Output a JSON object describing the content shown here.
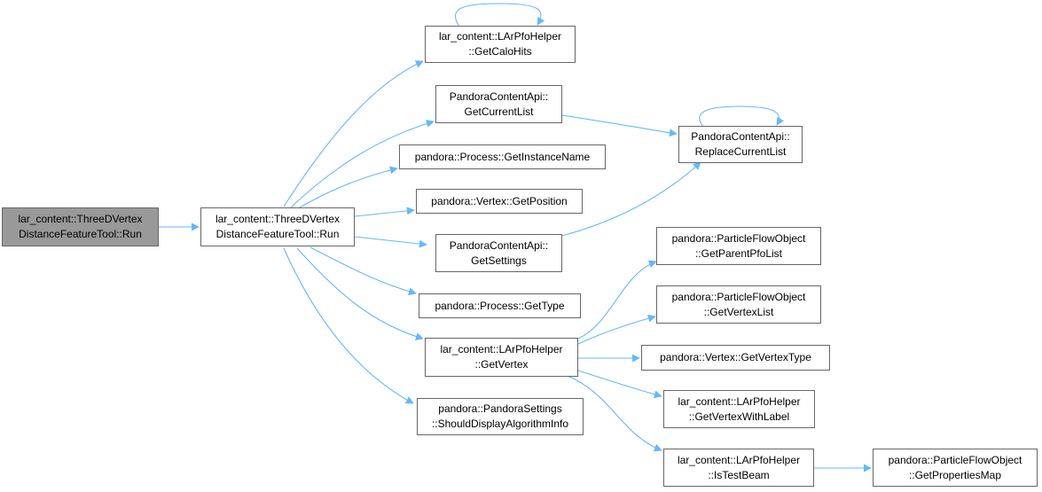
{
  "colors": {
    "edge": "#63b8ff",
    "node_border": "#666666",
    "node_fill": "#ffffff",
    "root_fill": "#999999"
  },
  "nodes": {
    "root": {
      "lines": [
        "lar_content::ThreeDVertex",
        "DistanceFeatureTool::Run"
      ]
    },
    "run": {
      "lines": [
        "lar_content::ThreeDVertex",
        "DistanceFeatureTool::Run"
      ]
    },
    "get_calo_hits": {
      "lines": [
        "lar_content::LArPfoHelper",
        "::GetCaloHits"
      ]
    },
    "get_current_list": {
      "lines": [
        "PandoraContentApi::",
        "GetCurrentList"
      ]
    },
    "get_instance_name": {
      "lines": [
        "pandora::Process::GetInstanceName"
      ]
    },
    "get_position": {
      "lines": [
        "pandora::Vertex::GetPosition"
      ]
    },
    "get_settings": {
      "lines": [
        "PandoraContentApi::",
        "GetSettings"
      ]
    },
    "get_type": {
      "lines": [
        "pandora::Process::GetType"
      ]
    },
    "get_vertex": {
      "lines": [
        "lar_content::LArPfoHelper",
        "::GetVertex"
      ]
    },
    "should_display": {
      "lines": [
        "pandora::PandoraSettings",
        "::ShouldDisplayAlgorithmInfo"
      ]
    },
    "replace_current_list": {
      "lines": [
        "PandoraContentApi::",
        "ReplaceCurrentList"
      ]
    },
    "get_parent_pfo_list": {
      "lines": [
        "pandora::ParticleFlowObject",
        "::GetParentPfoList"
      ]
    },
    "get_vertex_list": {
      "lines": [
        "pandora::ParticleFlowObject",
        "::GetVertexList"
      ]
    },
    "get_vertex_type": {
      "lines": [
        "pandora::Vertex::GetVertexType"
      ]
    },
    "get_vertex_with_label": {
      "lines": [
        "lar_content::LArPfoHelper",
        "::GetVertexWithLabel"
      ]
    },
    "is_test_beam": {
      "lines": [
        "lar_content::LArPfoHelper",
        "::IsTestBeam"
      ]
    },
    "get_properties_map": {
      "lines": [
        "pandora::ParticleFlowObject",
        "::GetPropertiesMap"
      ]
    }
  }
}
